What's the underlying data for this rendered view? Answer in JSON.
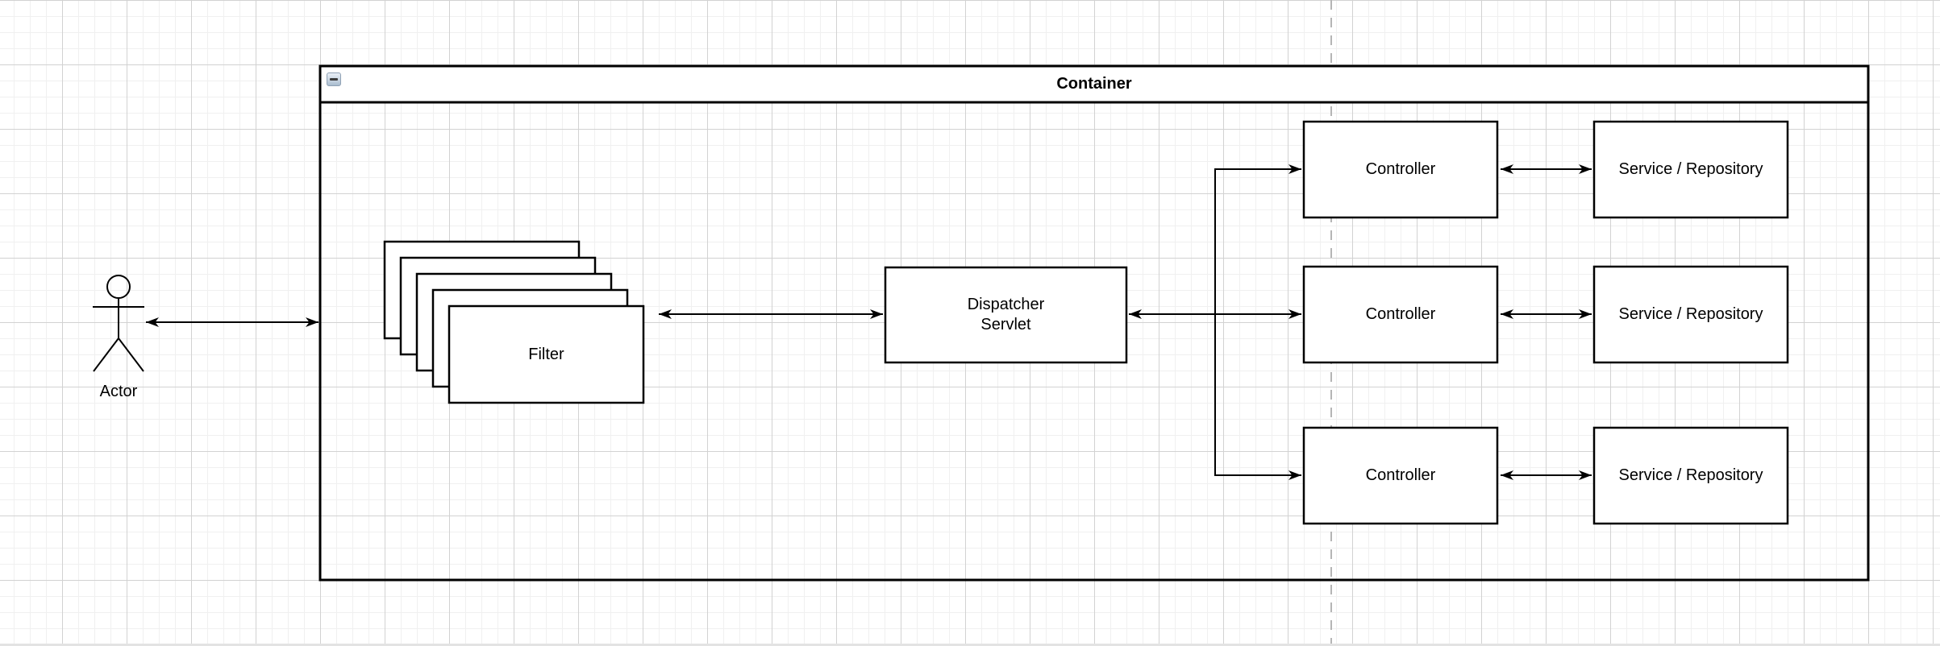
{
  "diagram": {
    "container": {
      "title": "Container",
      "collapse_icon": "minus-icon"
    },
    "actor": {
      "label": "Actor"
    },
    "filter": {
      "label": "Filter",
      "stack_count": 5
    },
    "dispatcher": {
      "label": "Dispatcher\nServlet"
    },
    "rows": [
      {
        "controller": "Controller",
        "service": "Service / Repository"
      },
      {
        "controller": "Controller",
        "service": "Service / Repository"
      },
      {
        "controller": "Controller",
        "service": "Service / Repository"
      }
    ],
    "connections": [
      {
        "from": "Actor",
        "to": "Container",
        "arrows": "both"
      },
      {
        "from": "Filter",
        "to": "Dispatcher Servlet",
        "arrows": "both"
      },
      {
        "from": "Dispatcher Servlet",
        "to": "Controller (top)",
        "arrows": "end"
      },
      {
        "from": "Dispatcher Servlet",
        "to": "Controller (middle)",
        "arrows": "both"
      },
      {
        "from": "Dispatcher Servlet",
        "to": "Controller (bottom)",
        "arrows": "end"
      },
      {
        "from": "Controller (top)",
        "to": "Service / Repository (top)",
        "arrows": "both"
      },
      {
        "from": "Controller (middle)",
        "to": "Service / Repository (middle)",
        "arrows": "both"
      },
      {
        "from": "Controller (bottom)",
        "to": "Service / Repository (bottom)",
        "arrows": "both"
      }
    ],
    "colors": {
      "shape_stroke": "#000000",
      "shape_fill": "#ffffff",
      "page_divider": "#b5b5b5",
      "grid_minor": "#f0f0f0",
      "grid_major": "#d2d2d2"
    }
  }
}
